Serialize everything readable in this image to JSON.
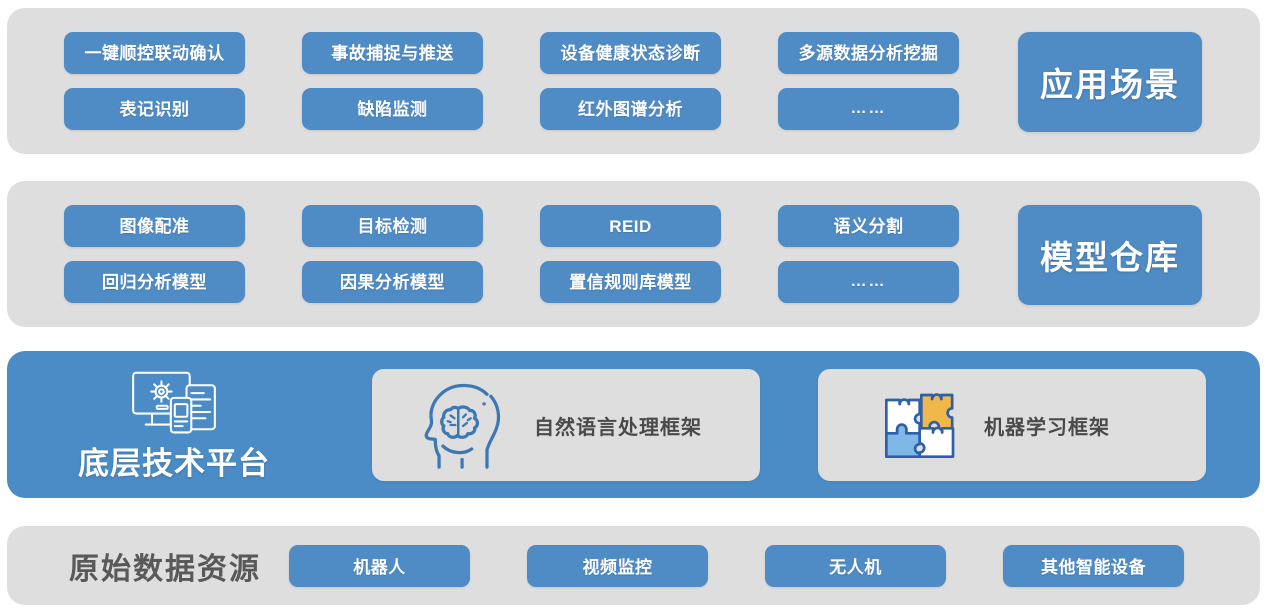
{
  "colors": {
    "band_gray": "#dedede",
    "band_blue": "#4b8cc6",
    "pill_blue": "#4f8bc4",
    "icon_blue": "#3c78b4",
    "icon_yellow": "#f0b74a",
    "icon_lightblue": "#7fb8e6",
    "text_dark": "#595959",
    "page_background": "#ffffff"
  },
  "sections": {
    "scenarios": {
      "label": "应用场景",
      "pills": [
        "一键顺控联动确认",
        "事故捕捉与推送",
        "设备健康状态诊断",
        "多源数据分析挖掘",
        "表记识别",
        "缺陷监测",
        "红外图谱分析",
        "……"
      ]
    },
    "models": {
      "label": "模型仓库",
      "pills": [
        "图像配准",
        "目标检测",
        "REID",
        "语义分割",
        "回归分析模型",
        "因果分析模型",
        "置信规则库模型",
        "……"
      ]
    },
    "platform": {
      "label": "底层技术平台",
      "brand_icon": "devices-gear-icon",
      "frameworks": [
        {
          "label": "自然语言处理框架",
          "icon": "brain-head-icon"
        },
        {
          "label": "机器学习框架",
          "icon": "puzzle-pieces-icon"
        }
      ]
    },
    "data_sources": {
      "label": "原始数据资源",
      "pills": [
        "机器人",
        "视频监控",
        "无人机",
        "其他智能设备"
      ]
    }
  }
}
